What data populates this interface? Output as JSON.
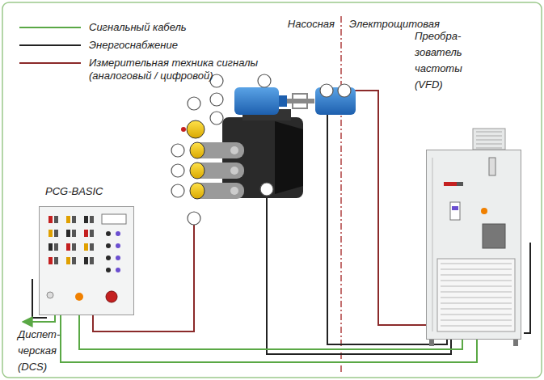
{
  "diagram": {
    "nodes": [
      {
        "text": [
          "PCG-BASIC"
        ]
      },
      {
        "text": [
          "Преобра- зователь частоты (VFD)"
        ]
      }
    ],
    "edges": [
      {
        "from": 0,
        "to": 1,
        "arrow": "none"
      },
      {
        "from": 0,
        "to": 1,
        "arrow": "none"
      }
    ],
    "labels": [
      "Насосная",
      "Электрощитовая",
      "Диспет- черская (DCS)"
    ],
    "legend": [
      {
        "text": "Сигнальный кабель"
      },
      {
        "text": "Энергоснабжение"
      },
      {
        "text": "Измерительная техника сигналы (аналоговый / цифровой)"
      }
    ]
  }
}
